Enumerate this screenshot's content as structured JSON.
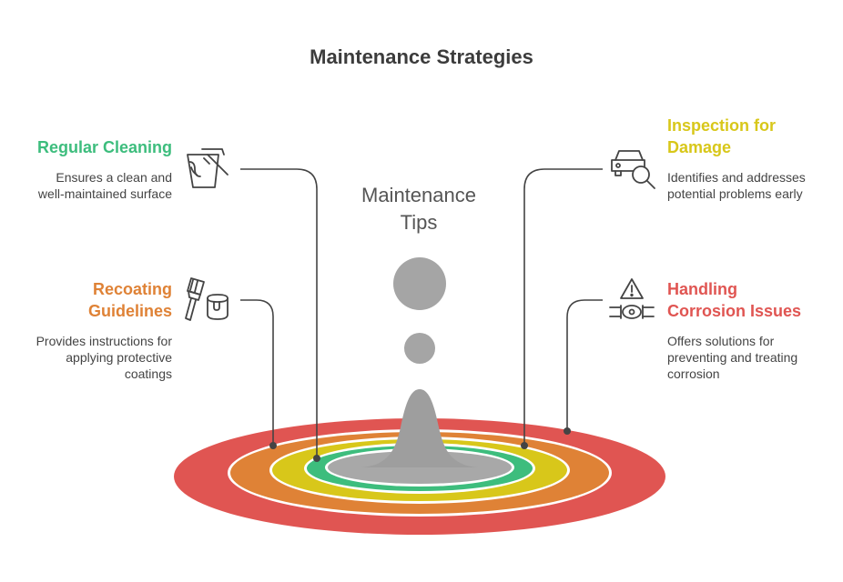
{
  "title": "Maintenance Strategies",
  "center": {
    "title_lines": [
      "Maintenance",
      "Tips"
    ]
  },
  "colors": {
    "green": "#3dbd7d",
    "yellow": "#d8c71a",
    "orange": "#df8236",
    "red": "#e05552",
    "gray": "#a5a5a5"
  },
  "items": [
    {
      "heading_lines": [
        "Regular Cleaning"
      ],
      "description_lines": [
        "Ensures a clean and",
        "well-maintained surface"
      ],
      "icon": "cleaning-bucket-icon",
      "color": "#3dbd7d"
    },
    {
      "heading_lines": [
        "Recoating",
        "Guidelines"
      ],
      "description_lines": [
        "Provides instructions for",
        "applying protective",
        "coatings"
      ],
      "icon": "paint-brush-bucket-icon",
      "color": "#df8236"
    },
    {
      "heading_lines": [
        "Inspection for",
        "Damage"
      ],
      "description_lines": [
        "Identifies and addresses",
        "potential problems early"
      ],
      "icon": "car-search-icon",
      "color": "#d8c71a"
    },
    {
      "heading_lines": [
        "Handling",
        "Corrosion Issues"
      ],
      "description_lines": [
        "Offers solutions for",
        "preventing and treating",
        "corrosion"
      ],
      "icon": "pipe-warning-icon",
      "color": "#e05552"
    }
  ]
}
